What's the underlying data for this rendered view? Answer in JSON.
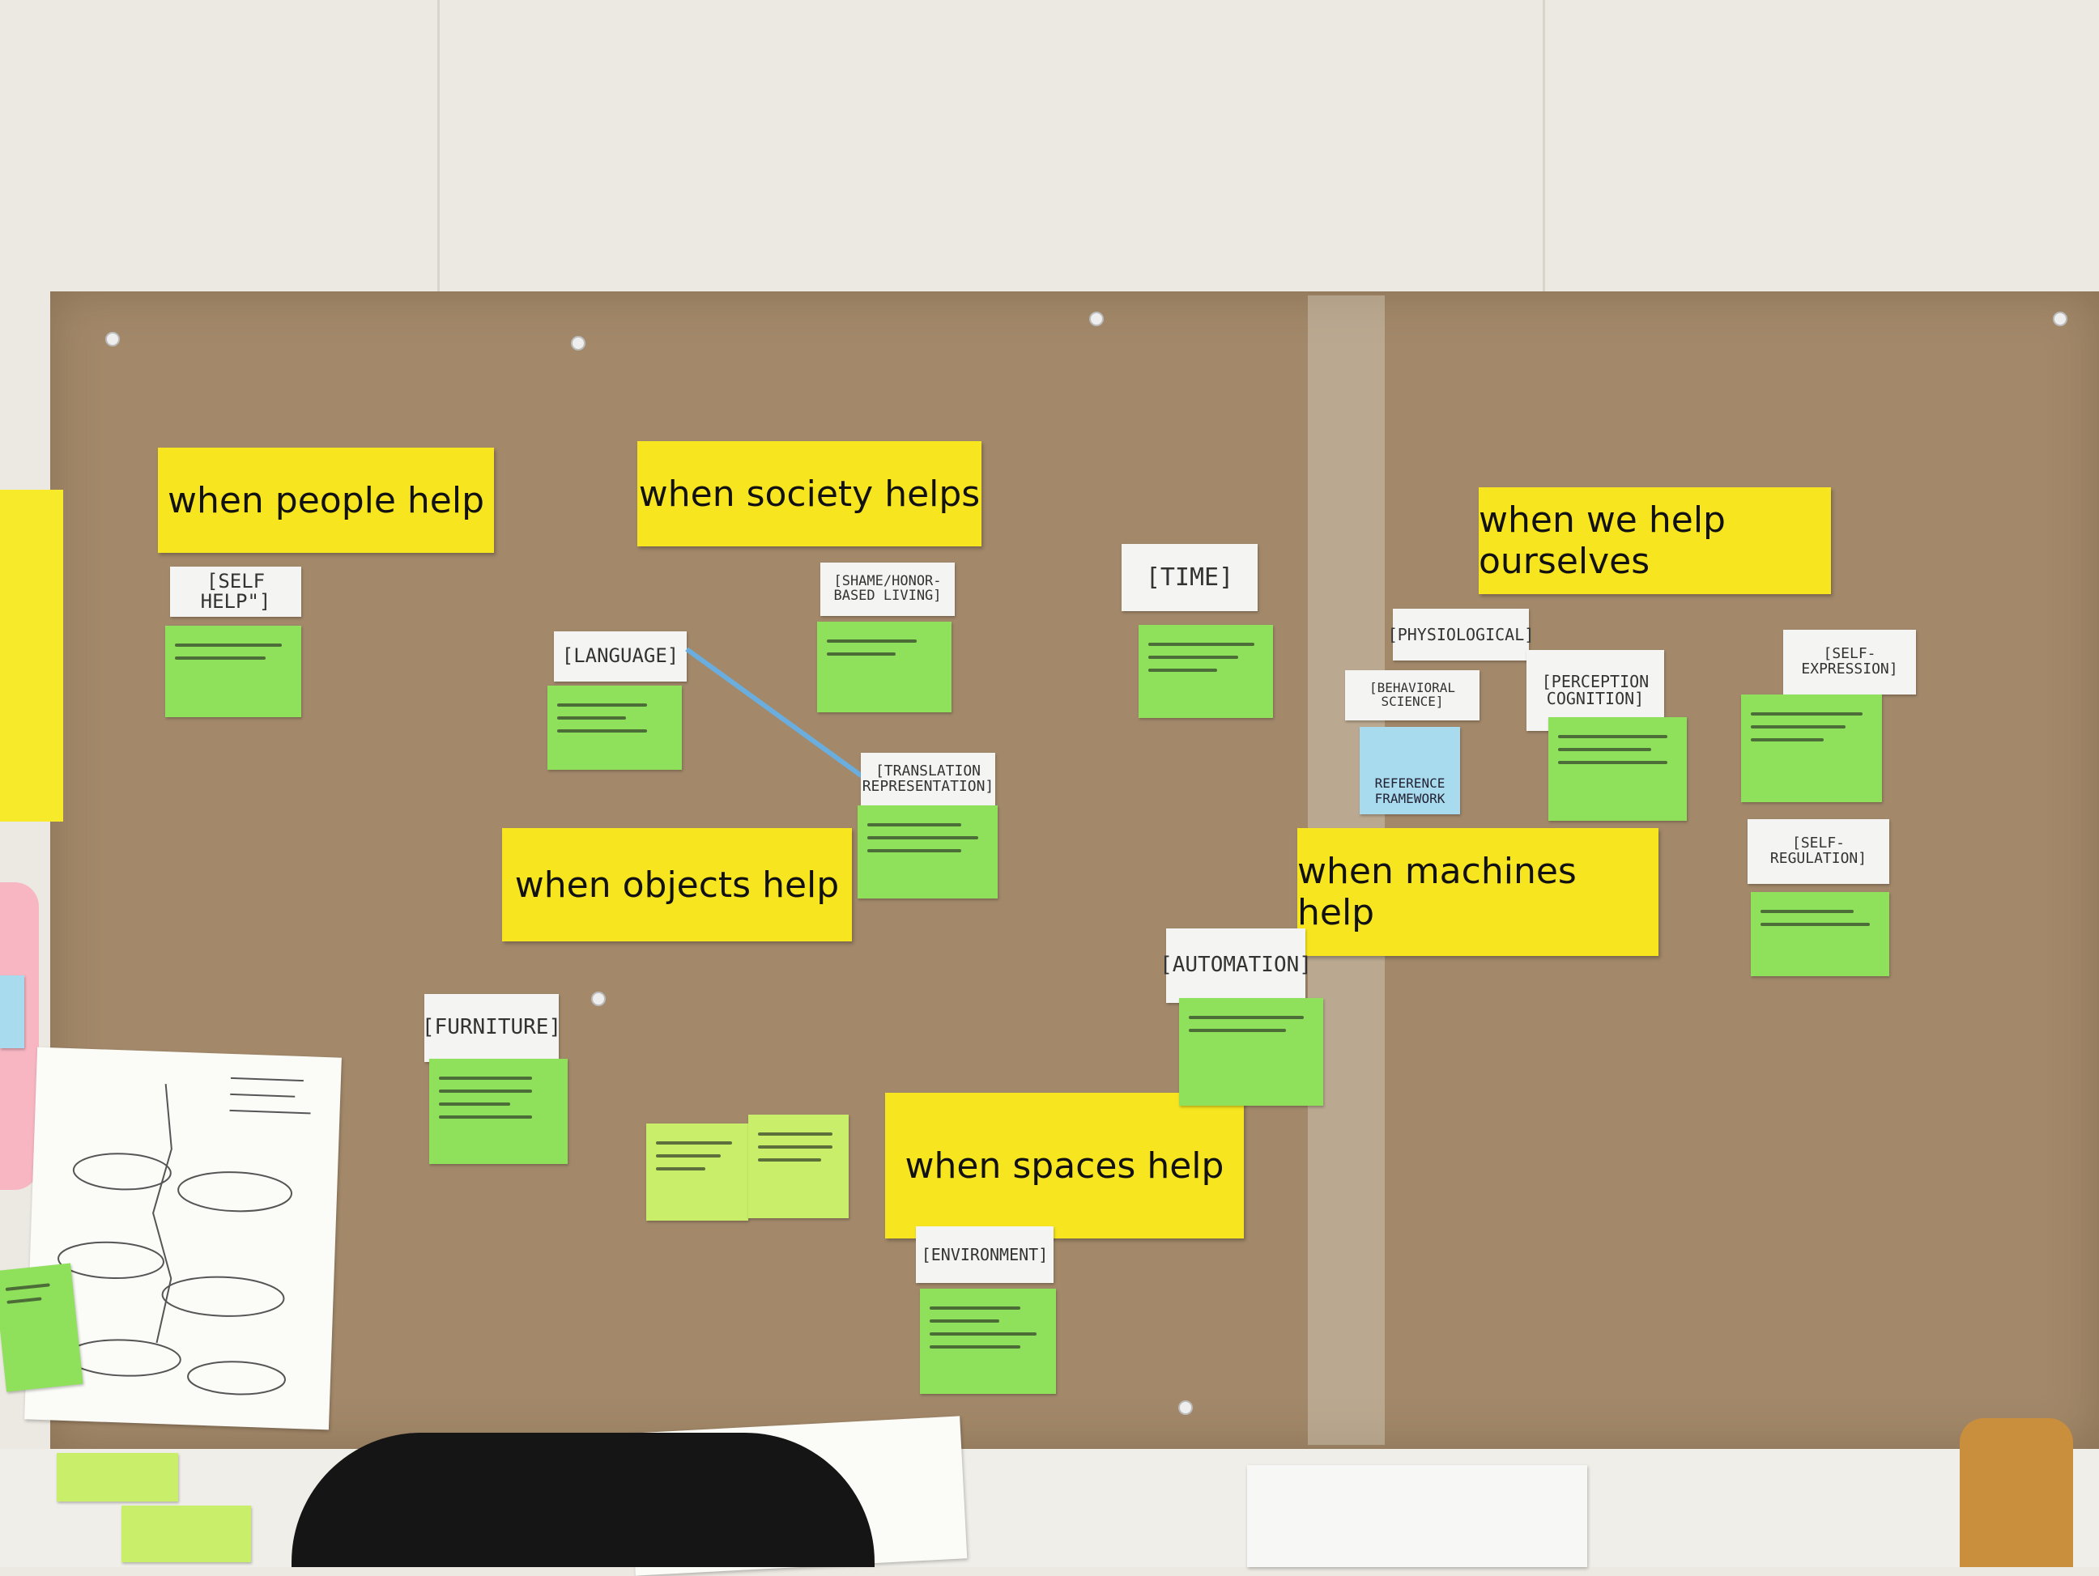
{
  "headers": {
    "people": "when people help",
    "society": "when society helps",
    "ourselves": "when we help ourselves",
    "objects": "when objects help",
    "machines": "when machines help",
    "spaces": "when spaces help"
  },
  "labels": {
    "self_help": "[SELF HELP\"]",
    "shame": "[SHAME/HONOR-BASED LIVING]",
    "time": "[TIME]",
    "language": "[LANGUAGE]",
    "translation": "[TRANSLATION REPRESENTATION]",
    "physiological": "[PHYSIOLOGICAL]",
    "behavioral": "[BEHAVIORAL SCIENCE]",
    "perception": "[PERCEPTION COGNITION]",
    "self_expression": "[SELF-EXPRESSION]",
    "self_regulation": "[SELF-REGULATION]",
    "reference": "REFERENCE FRAMEWORK",
    "automation": "[AUTOMATION]",
    "furniture": "[FURNITURE]",
    "environment": "[ENVIRONMENT]"
  },
  "colors": {
    "kraft_paper": "#a3896a",
    "header_yellow": "#f7e51f",
    "sticky_green": "#8fe05a",
    "sticky_blue": "#a9dbee",
    "connector_blue": "#6aaee0"
  }
}
